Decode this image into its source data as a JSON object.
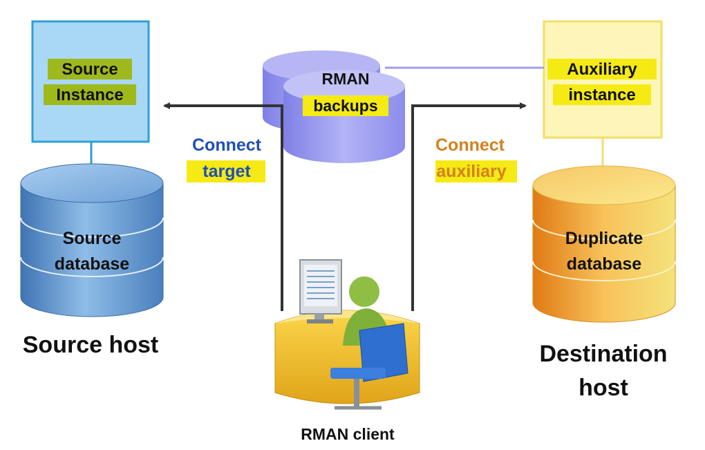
{
  "source": {
    "instance_line1": "Source",
    "instance_line2": "Instance",
    "database_line1": "Source",
    "database_line2": "database",
    "host": "Source host"
  },
  "backups": {
    "line1": "RMAN",
    "line2": "backups"
  },
  "destination": {
    "instance_line1": "Auxiliary",
    "instance_line2": "instance",
    "database_line1": "Duplicate",
    "database_line2": "database",
    "host_line1": "Destination",
    "host_line2": "host"
  },
  "connections": {
    "target_line1": "Connect",
    "target_line2": "target",
    "auxiliary_line1": "Connect",
    "auxiliary_line2": "auxiliary"
  },
  "client": {
    "label": "RMAN client"
  },
  "colors": {
    "source_box": "#a9d8f5",
    "source_box_border": "#2aa0d8",
    "aux_box": "#fdf6b8",
    "aux_box_border": "#f3dd6a",
    "highlight": "#f5ea14",
    "source_db": "#5b8fc9",
    "dup_db": "#f0a43a",
    "backups_db": "#9c9df0",
    "connect_target_text": "#1f4fb8",
    "connect_aux_text": "#d4801e"
  }
}
